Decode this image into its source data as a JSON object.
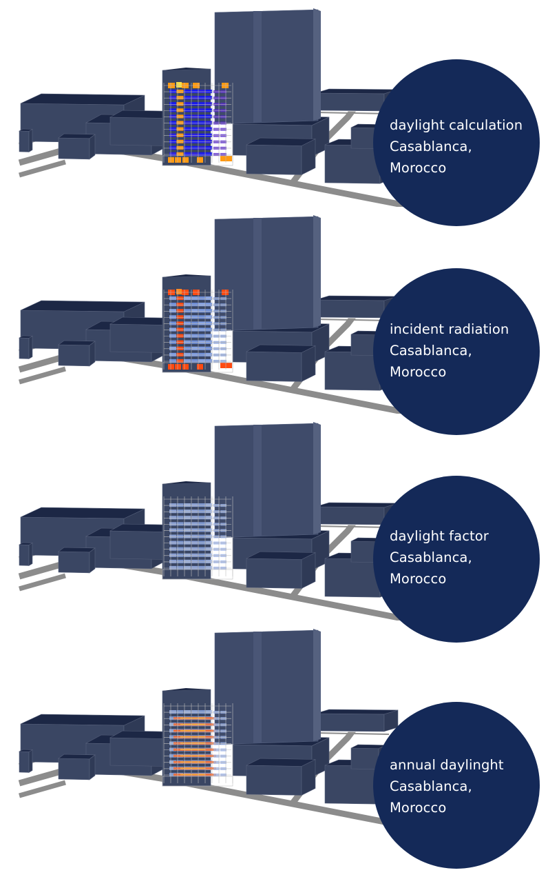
{
  "colors": {
    "circle": "#142958",
    "circle_text": "#ffffff",
    "building": "#3a4663",
    "building_roof": "#1c2745",
    "road": "#8c8c8c",
    "background": "#ffffff"
  },
  "panels": [
    {
      "analysis": "daylight calculation",
      "city": "Casablanca,",
      "country": "Morocco",
      "visualization": "daylight-calculation-grid"
    },
    {
      "analysis": "incident radiation",
      "city": "Casablanca,",
      "country": "Morocco",
      "visualization": "incident-radiation-grid"
    },
    {
      "analysis": "daylight factor",
      "city": "Casablanca,",
      "country": "Morocco",
      "visualization": "daylight-factor-grid"
    },
    {
      "analysis": "annual daylinght",
      "city": "Casablanca,",
      "country": "Morocco",
      "visualization": "annual-daylight-grid"
    }
  ]
}
